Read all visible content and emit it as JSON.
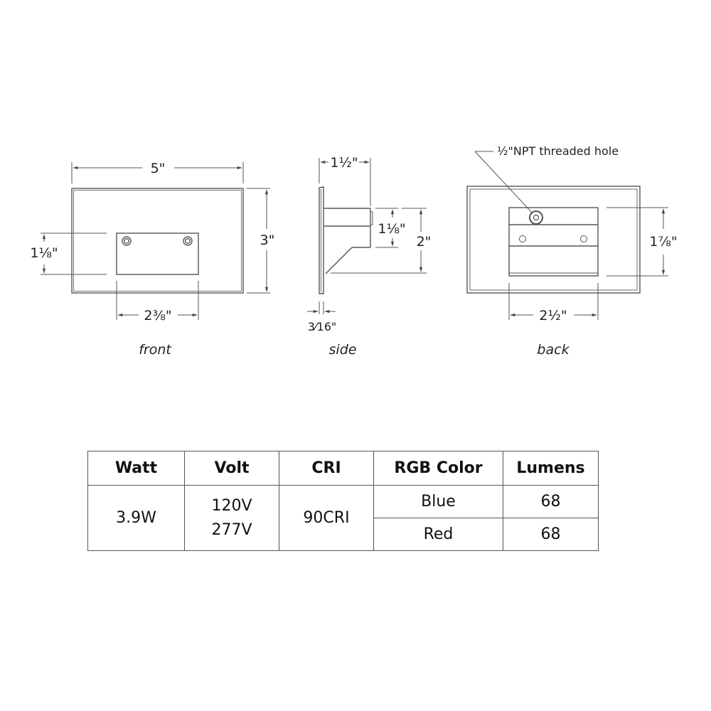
{
  "views": {
    "front": {
      "label": "front",
      "width_dim": "5\"",
      "height_dim": "3\"",
      "inner_height_dim": "1⅛\"",
      "inner_width_dim": "2⅜\""
    },
    "side": {
      "label": "side",
      "depth_dim": "1½\"",
      "arm_height_dim": "1⅛\"",
      "bracket_height_dim": "2\"",
      "plate_thickness_dim": "3⁄16\""
    },
    "back": {
      "label": "back",
      "callout": "½\"NPT threaded hole",
      "bracket_height_dim": "1⅞\"",
      "bracket_width_dim": "2½\""
    }
  },
  "spec_table": {
    "headers": [
      "Watt",
      "Volt",
      "CRI",
      "RGB Color",
      "Lumens"
    ],
    "watt": "3.9W",
    "volt": [
      "120V",
      "277V"
    ],
    "cri": "90CRI",
    "rows": [
      {
        "color": "Blue",
        "lumens": "68"
      },
      {
        "color": "Red",
        "lumens": "68"
      }
    ]
  }
}
